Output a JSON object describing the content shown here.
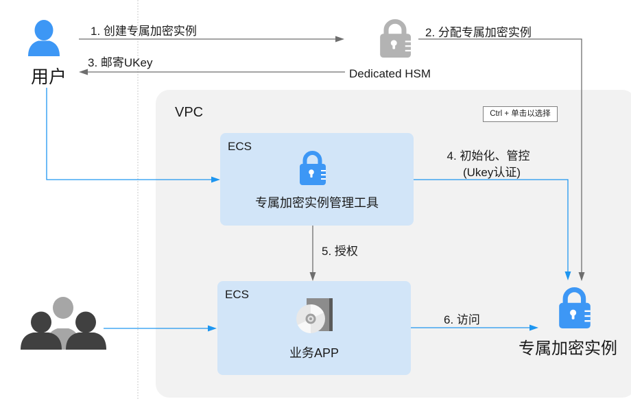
{
  "actors": {
    "user_label": "用户",
    "dedicated_hsm_label": "Dedicated HSM",
    "instance_label": "专属加密实例"
  },
  "vpc": {
    "label": "VPC",
    "tooltip": "Ctrl + 单击以选择"
  },
  "ecs_boxes": [
    {
      "label": "ECS",
      "title": "专属加密实例管理工具",
      "icon": "lock-icon"
    },
    {
      "label": "ECS",
      "title": "业务APP",
      "icon": "cd-software-icon"
    }
  ],
  "steps": {
    "create": "1. 创建专属加密实例",
    "assign": "2. 分配专属加密实例",
    "mail": "3. 邮寄UKey",
    "init_line1": "4. 初始化、管控",
    "init_line2": "(Ukey认证)",
    "authorize": "5. 授权",
    "access": "6. 访问"
  },
  "icons": {
    "user": "user-icon",
    "hsm": "lock-icon",
    "instance": "lock-icon",
    "end_users": "user-group-icon"
  },
  "colors": {
    "accent_blue": "#3d97f5",
    "flow_blue": "#1e96f0",
    "flow_gray": "#6e6e6e",
    "vpc_bg": "#f2f2f2",
    "ecs_bg": "#d2e5f8",
    "hsm_gray": "#b3b3b3"
  }
}
